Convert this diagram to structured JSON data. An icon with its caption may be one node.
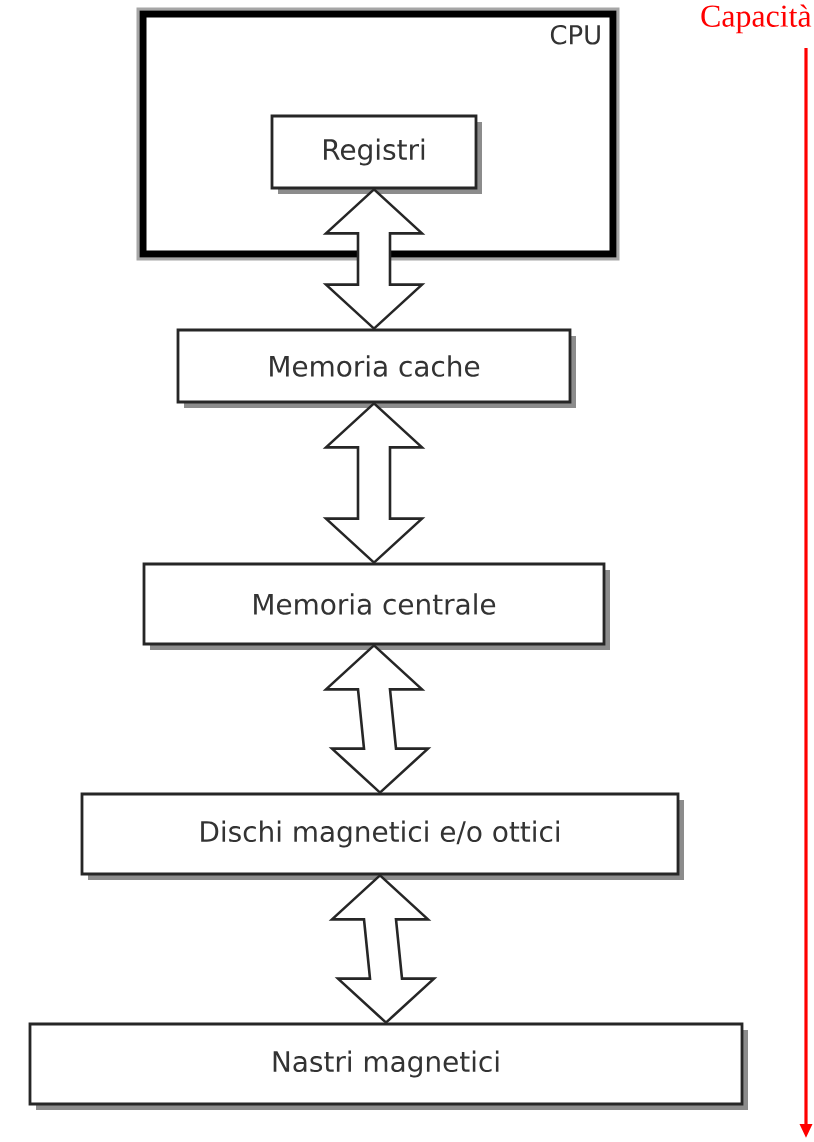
{
  "diagram": {
    "nodes": [
      {
        "text": [
          "CPU"
        ]
      },
      {
        "text": [
          "Registri"
        ],
        "in": 0
      },
      {
        "text": [
          "Memoria cache"
        ]
      },
      {
        "text": [
          "Memoria centrale"
        ]
      },
      {
        "text": [
          "Dischi magnetici e/o ottici"
        ]
      },
      {
        "text": [
          "Nastri magnetici"
        ]
      }
    ],
    "edges": [
      {
        "from": 1,
        "to": 2,
        "arrow": "both"
      },
      {
        "from": 2,
        "to": 3,
        "arrow": "both"
      },
      {
        "from": 3,
        "to": 4,
        "arrow": "both"
      },
      {
        "from": 4,
        "to": 5,
        "arrow": "both"
      }
    ],
    "labels": [
      "Capacità"
    ]
  }
}
